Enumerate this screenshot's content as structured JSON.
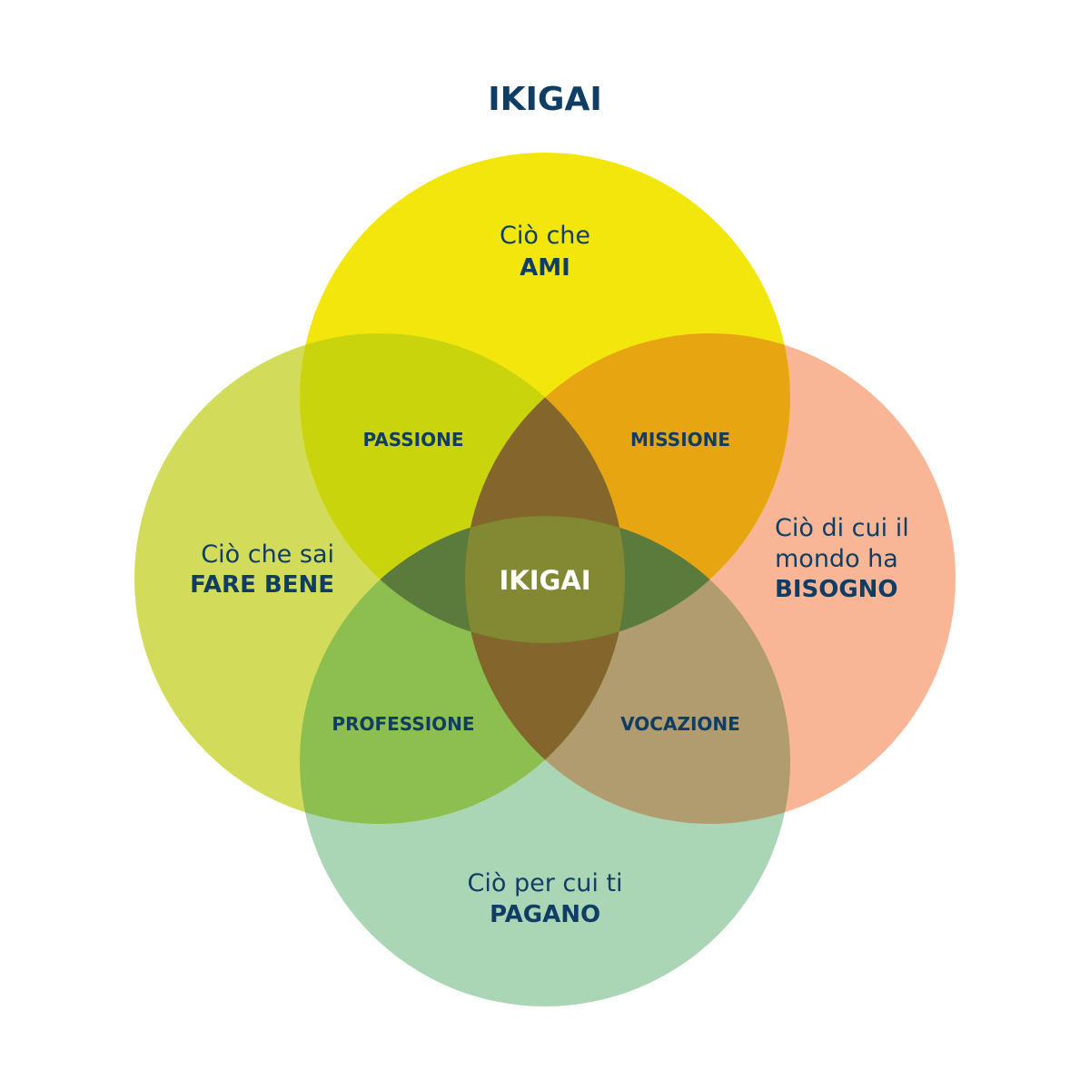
{
  "title": "IKIGAI",
  "colors": {
    "text": "#0f3d63",
    "center_text": "#ffffff",
    "circle_top": "#f2e60c",
    "circle_left": "#d2dc5a",
    "circle_right": "#f8b696",
    "circle_bottom": "#aad6b6",
    "passione": "#c9d40c",
    "missione": "#e8a512",
    "professione": "#8cbe50",
    "vocazione": "#b09c6e",
    "top_lens": "#987d32",
    "left_lens": "#36a837",
    "right_lens": "#84652c",
    "bottom_lens": "#5a7b3b",
    "center": "#838832"
  },
  "circles": {
    "top": {
      "line1": "Ciò che",
      "line2": "AMI"
    },
    "left": {
      "line1": "Ciò che sai",
      "line2": "FARE BENE"
    },
    "right": {
      "line1": "Ciò di cui il",
      "line2": "mondo ha",
      "line3": "BISOGNO"
    },
    "bottom": {
      "line1": "Ciò per cui ti",
      "line2": "PAGANO"
    }
  },
  "overlaps": {
    "passione": "PASSIONE",
    "missione": "MISSIONE",
    "professione": "PROFESSIONE",
    "vocazione": "VOCAZIONE"
  },
  "center_label": "IKIGAI"
}
